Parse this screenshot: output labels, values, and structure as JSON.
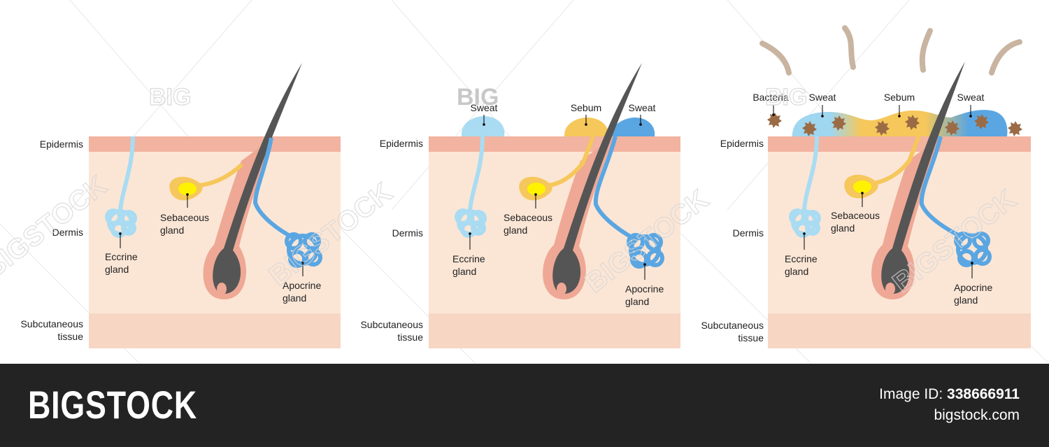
{
  "panels": [
    {
      "layers": {
        "epidermis": "Epidermis",
        "dermis": "Dermis",
        "subcutaneous": [
          "Subcutaneous",
          "tissue"
        ]
      },
      "glands": {
        "sebaceous": [
          "Sebaceous",
          "gland"
        ],
        "eccrine": [
          "Eccrine",
          "gland"
        ],
        "apocrine": [
          "Apocrine",
          "gland"
        ]
      },
      "surface": []
    },
    {
      "layers": {
        "epidermis": "Epidermis",
        "dermis": "Dermis",
        "subcutaneous": [
          "Subcutaneous",
          "tissue"
        ]
      },
      "glands": {
        "sebaceous": [
          "Sebaceous",
          "gland"
        ],
        "eccrine": [
          "Eccrine",
          "gland"
        ],
        "apocrine": [
          "Apocrine",
          "gland"
        ]
      },
      "surface": [
        "Sweat",
        "Sebum",
        "Sweat"
      ]
    },
    {
      "layers": {
        "epidermis": "Epidermis",
        "dermis": "Dermis",
        "subcutaneous": [
          "Subcutaneous",
          "tissue"
        ]
      },
      "glands": {
        "sebaceous": [
          "Sebaceous",
          "gland"
        ],
        "eccrine": [
          "Eccrine",
          "gland"
        ],
        "apocrine": [
          "Apocrine",
          "gland"
        ]
      },
      "surface": [
        "Bacteria",
        "Sweat",
        "Sebum",
        "Sweat"
      ]
    }
  ],
  "watermark": {
    "big": "BIG",
    "stock": "BIGSTOCK"
  },
  "footer": {
    "brand": "BIGSTOCK",
    "id_label": "Image ID:",
    "id_value": "338666911",
    "site": "bigstock.com"
  },
  "colors": {
    "epidermis": "#f2b3a0",
    "dermis": "#fbe6d6",
    "subcutaneous": "#f7d6c4",
    "hair": "#555555",
    "follicle": "#efa895",
    "eccrine": "#a9dcf2",
    "apocrine": "#5aa6e2",
    "sebum": "#f6c75a",
    "sebum_core": "#fff200",
    "bacteria": "#9a6b45",
    "odor": "#c8b4a0",
    "footer": "#232323"
  }
}
